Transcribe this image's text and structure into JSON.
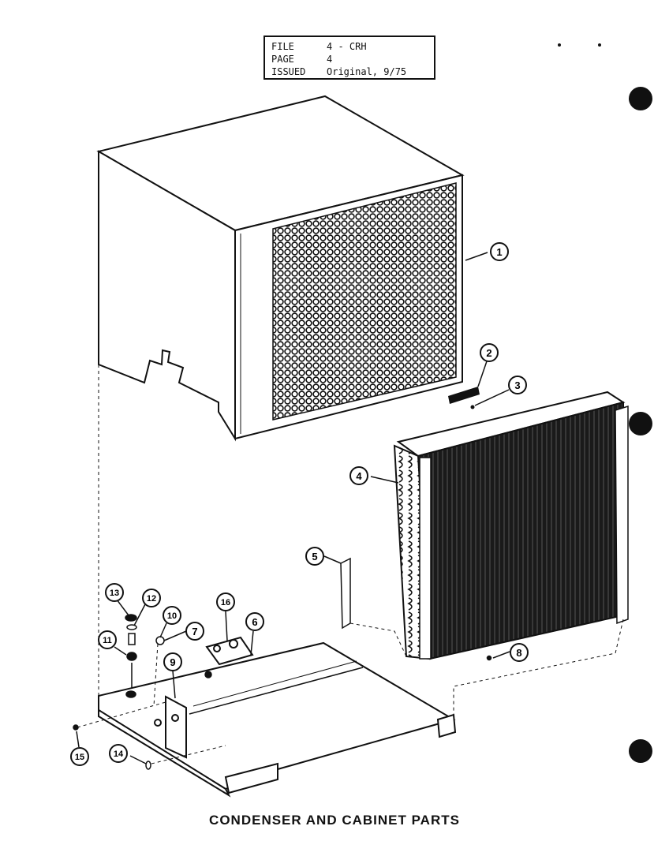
{
  "file_box": {
    "rows": [
      {
        "key": "FILE",
        "value": "4 - CRH"
      },
      {
        "key": "PAGE",
        "value": "4"
      },
      {
        "key": "ISSUED",
        "value": "Original, 9/75"
      }
    ]
  },
  "callouts": [
    "1",
    "2",
    "3",
    "4",
    "5",
    "6",
    "7",
    "8",
    "9",
    "10",
    "11",
    "12",
    "13",
    "14",
    "15",
    "16"
  ],
  "caption": "CONDENSER AND CABINET PARTS"
}
